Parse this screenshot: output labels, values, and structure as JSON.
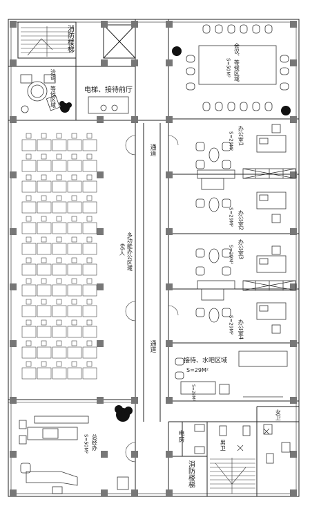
{
  "labels": {
    "fire_stair_top": "消防楼梯",
    "fire_stair_bottom": "消防楼梯",
    "lounge_top_left": "洽谈、等候区域",
    "elevator_lobby": "电梯、接待前厅",
    "corridor_top": "通道",
    "corridor_bottom": "通道",
    "open_office": "多功能办公区域",
    "open_office_count": "66人",
    "meeting_room": "会议、等候区域",
    "meeting_area": "S=50M²",
    "office_1": "办公室1",
    "office_1_area": "S=29M²",
    "office_2": "办公室2",
    "office_2_area": "S=29M²",
    "office_3": "办公室3",
    "office_3_area": "S=29M²",
    "office_4": "办公室4",
    "office_4_area": "S=29M²",
    "reception_bar": "接待、水吧区域",
    "reception_bar_area": "S=29M²",
    "gm_office": "总经办",
    "gm_office_area": "S=50M²",
    "electrical_room": "电房",
    "mens_wc": "男卫",
    "womens_wc": "女卫",
    "small_note": "S=28M²"
  },
  "colors": {
    "wall": "#222222",
    "column": "#7a7a7a",
    "furniture": "#333333",
    "plant": "#111111"
  },
  "counts": {
    "workstation_rows": 12,
    "workstation_cols": 5
  }
}
